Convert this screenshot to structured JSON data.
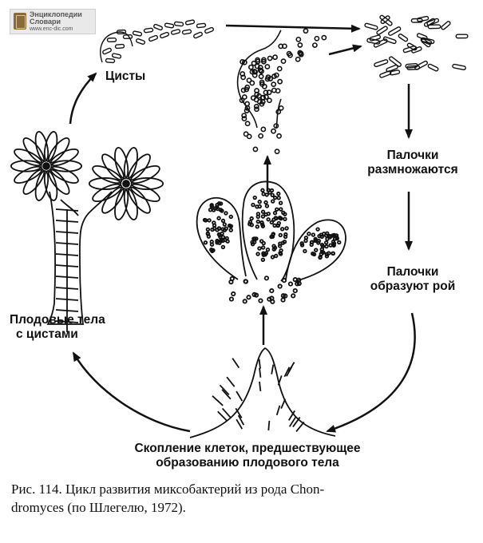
{
  "logo": {
    "line1": "Энциклопедии",
    "line2": "Словари",
    "url": "www.enc-dic.com"
  },
  "labels": {
    "cysts": "Цисты",
    "rods_multiply_1": "Палочки",
    "rods_multiply_2": "размножаются",
    "rods_swarm_1": "Палочки",
    "rods_swarm_2": "образуют рой",
    "fruiting_bodies_1": "Плодовые тела",
    "fruiting_bodies_2": "с цистами",
    "aggregation_1": "Скопление клеток, предшествующее",
    "aggregation_2": "образованию плодового тела"
  },
  "caption": {
    "line1": "Рис. 114. Цикл развития миксобактерий из рода Chon-",
    "line2": "dromyces (по Шлегелю, 1972)."
  },
  "colors": {
    "ink": "#111111",
    "background": "#ffffff",
    "logo_bg": "#e9e9e9"
  }
}
